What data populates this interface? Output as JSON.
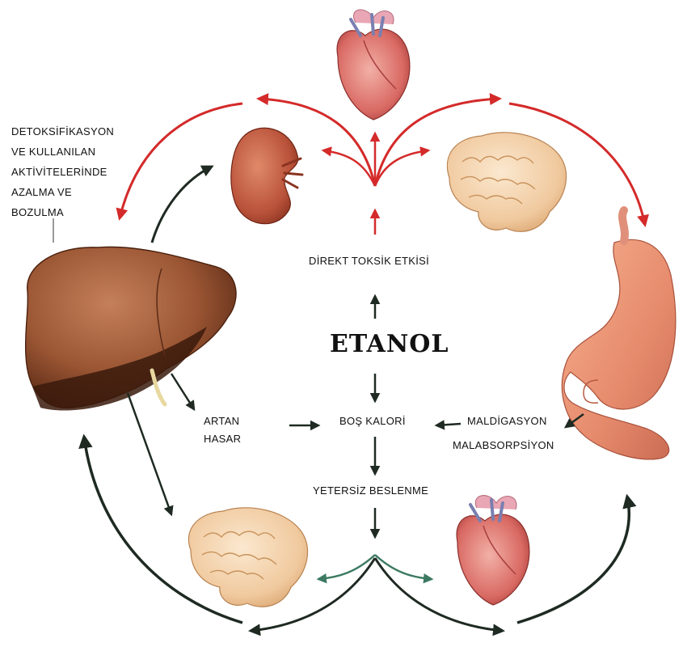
{
  "center_label": "ETANOL",
  "labels": {
    "direct_toxic": "DİREKT TOKSİK ETKİSİ",
    "empty_calorie": "BOŞ KALORİ",
    "malnutrition": "YETERSİZ BESLENME",
    "increased_damage_line1": "ARTAN",
    "increased_damage_line2": "HASAR",
    "maldigestion": "MALDİGASYON",
    "malabsorption": "MALABSORPSİYON",
    "detox_lines": [
      "DETOKSİFİKASYON",
      "VE KULLANILAN",
      "AKTİVİTELERİNDE",
      "AZALMA VE",
      "BOZULMA"
    ]
  },
  "colors": {
    "toxic_arrow": "#d42a2a",
    "cycle_arrow": "#1e2a22",
    "nutrition_arrow": "#3c7a62",
    "label_text": "#111111"
  },
  "organs": [
    "heart-icon",
    "kidney-icon",
    "brain-icon",
    "liver-icon",
    "stomach-icon"
  ]
}
